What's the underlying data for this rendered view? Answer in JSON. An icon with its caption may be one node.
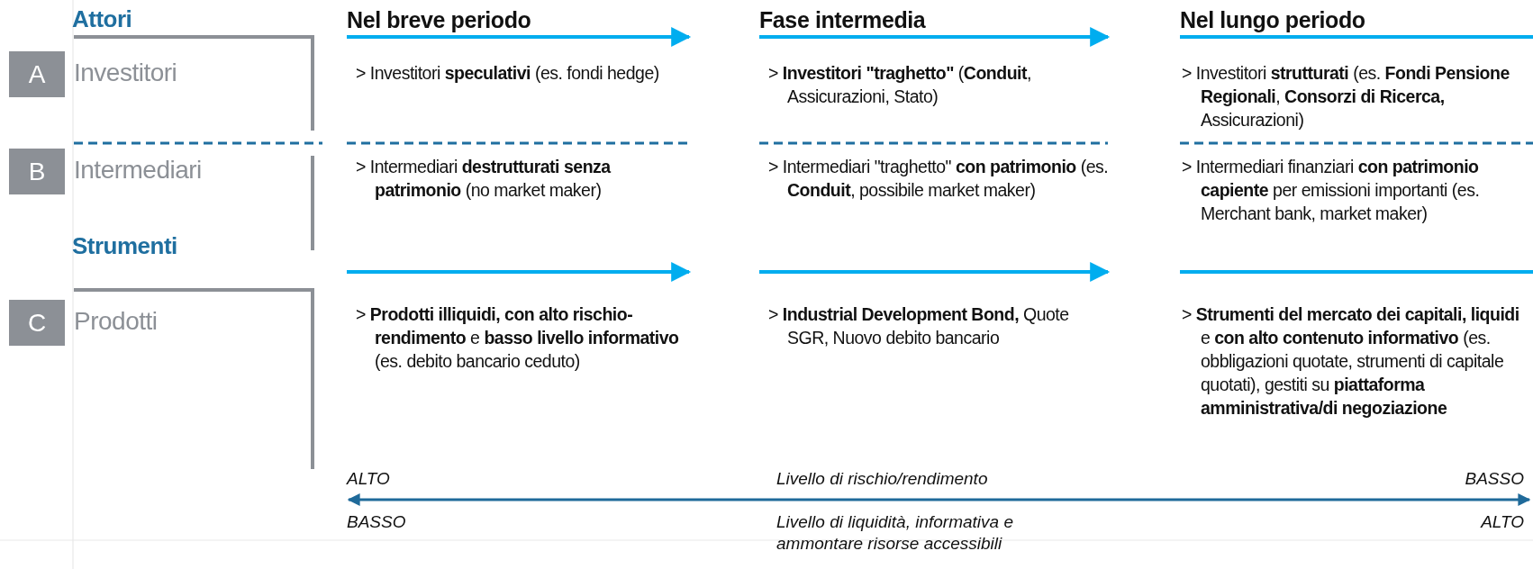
{
  "diagram": {
    "nodes": [
      {
        "text": [
          "A"
        ],
        "beside": [
          "Investitori"
        ]
      },
      {
        "text": [
          "B"
        ],
        "beside": [
          "Intermediari"
        ]
      },
      {
        "text": [
          "C"
        ],
        "beside": [
          "Prodotti"
        ]
      }
    ],
    "edges": [],
    "labels": [
      "Attori",
      "Nel breve periodo",
      "Fase intermedia",
      "Nel lungo periodo",
      "> Investitori **speculativi** (es. fondi hedge)",
      "> **Investitori \"traghetto\"** (**Conduit**, Assicurazioni, Stato)",
      "> Investitori **strutturati** (es. **Fondi Pensione Regionali**, **Consorzi di Ricerca,** Assicurazioni)",
      "> Intermediari **destrutturati senza patrimonio** (no market maker)",
      "> Intermediari \"traghetto\" **con patrimonio** (es. **Conduit**, possibile market maker)",
      "> Intermediari finanziari **con patrimonio capiente** per emissioni importanti (es. Merchant bank, market maker)",
      "Strumenti",
      "> **Prodotti illiquidi, con alto rischio-rendimento** e **basso livello informativo** (es. debito bancario ceduto)",
      "> **Industrial Development Bond,** Quote SGR, Nuovo debito bancario",
      "> **Strumenti del mercato dei capitali, liquidi** e **con alto contenuto informativo** (es. obbligazioni quotate, strumenti di capitale quotati), gestiti su **piattaforma amministrativa/di negoziazione**",
      "ALTO",
      "Livello di rischio/rendimento",
      "BASSO",
      "BASSO",
      "Livello di liquidità, informativa e ammontare risorse accessibili",
      "ALTO"
    ]
  }
}
